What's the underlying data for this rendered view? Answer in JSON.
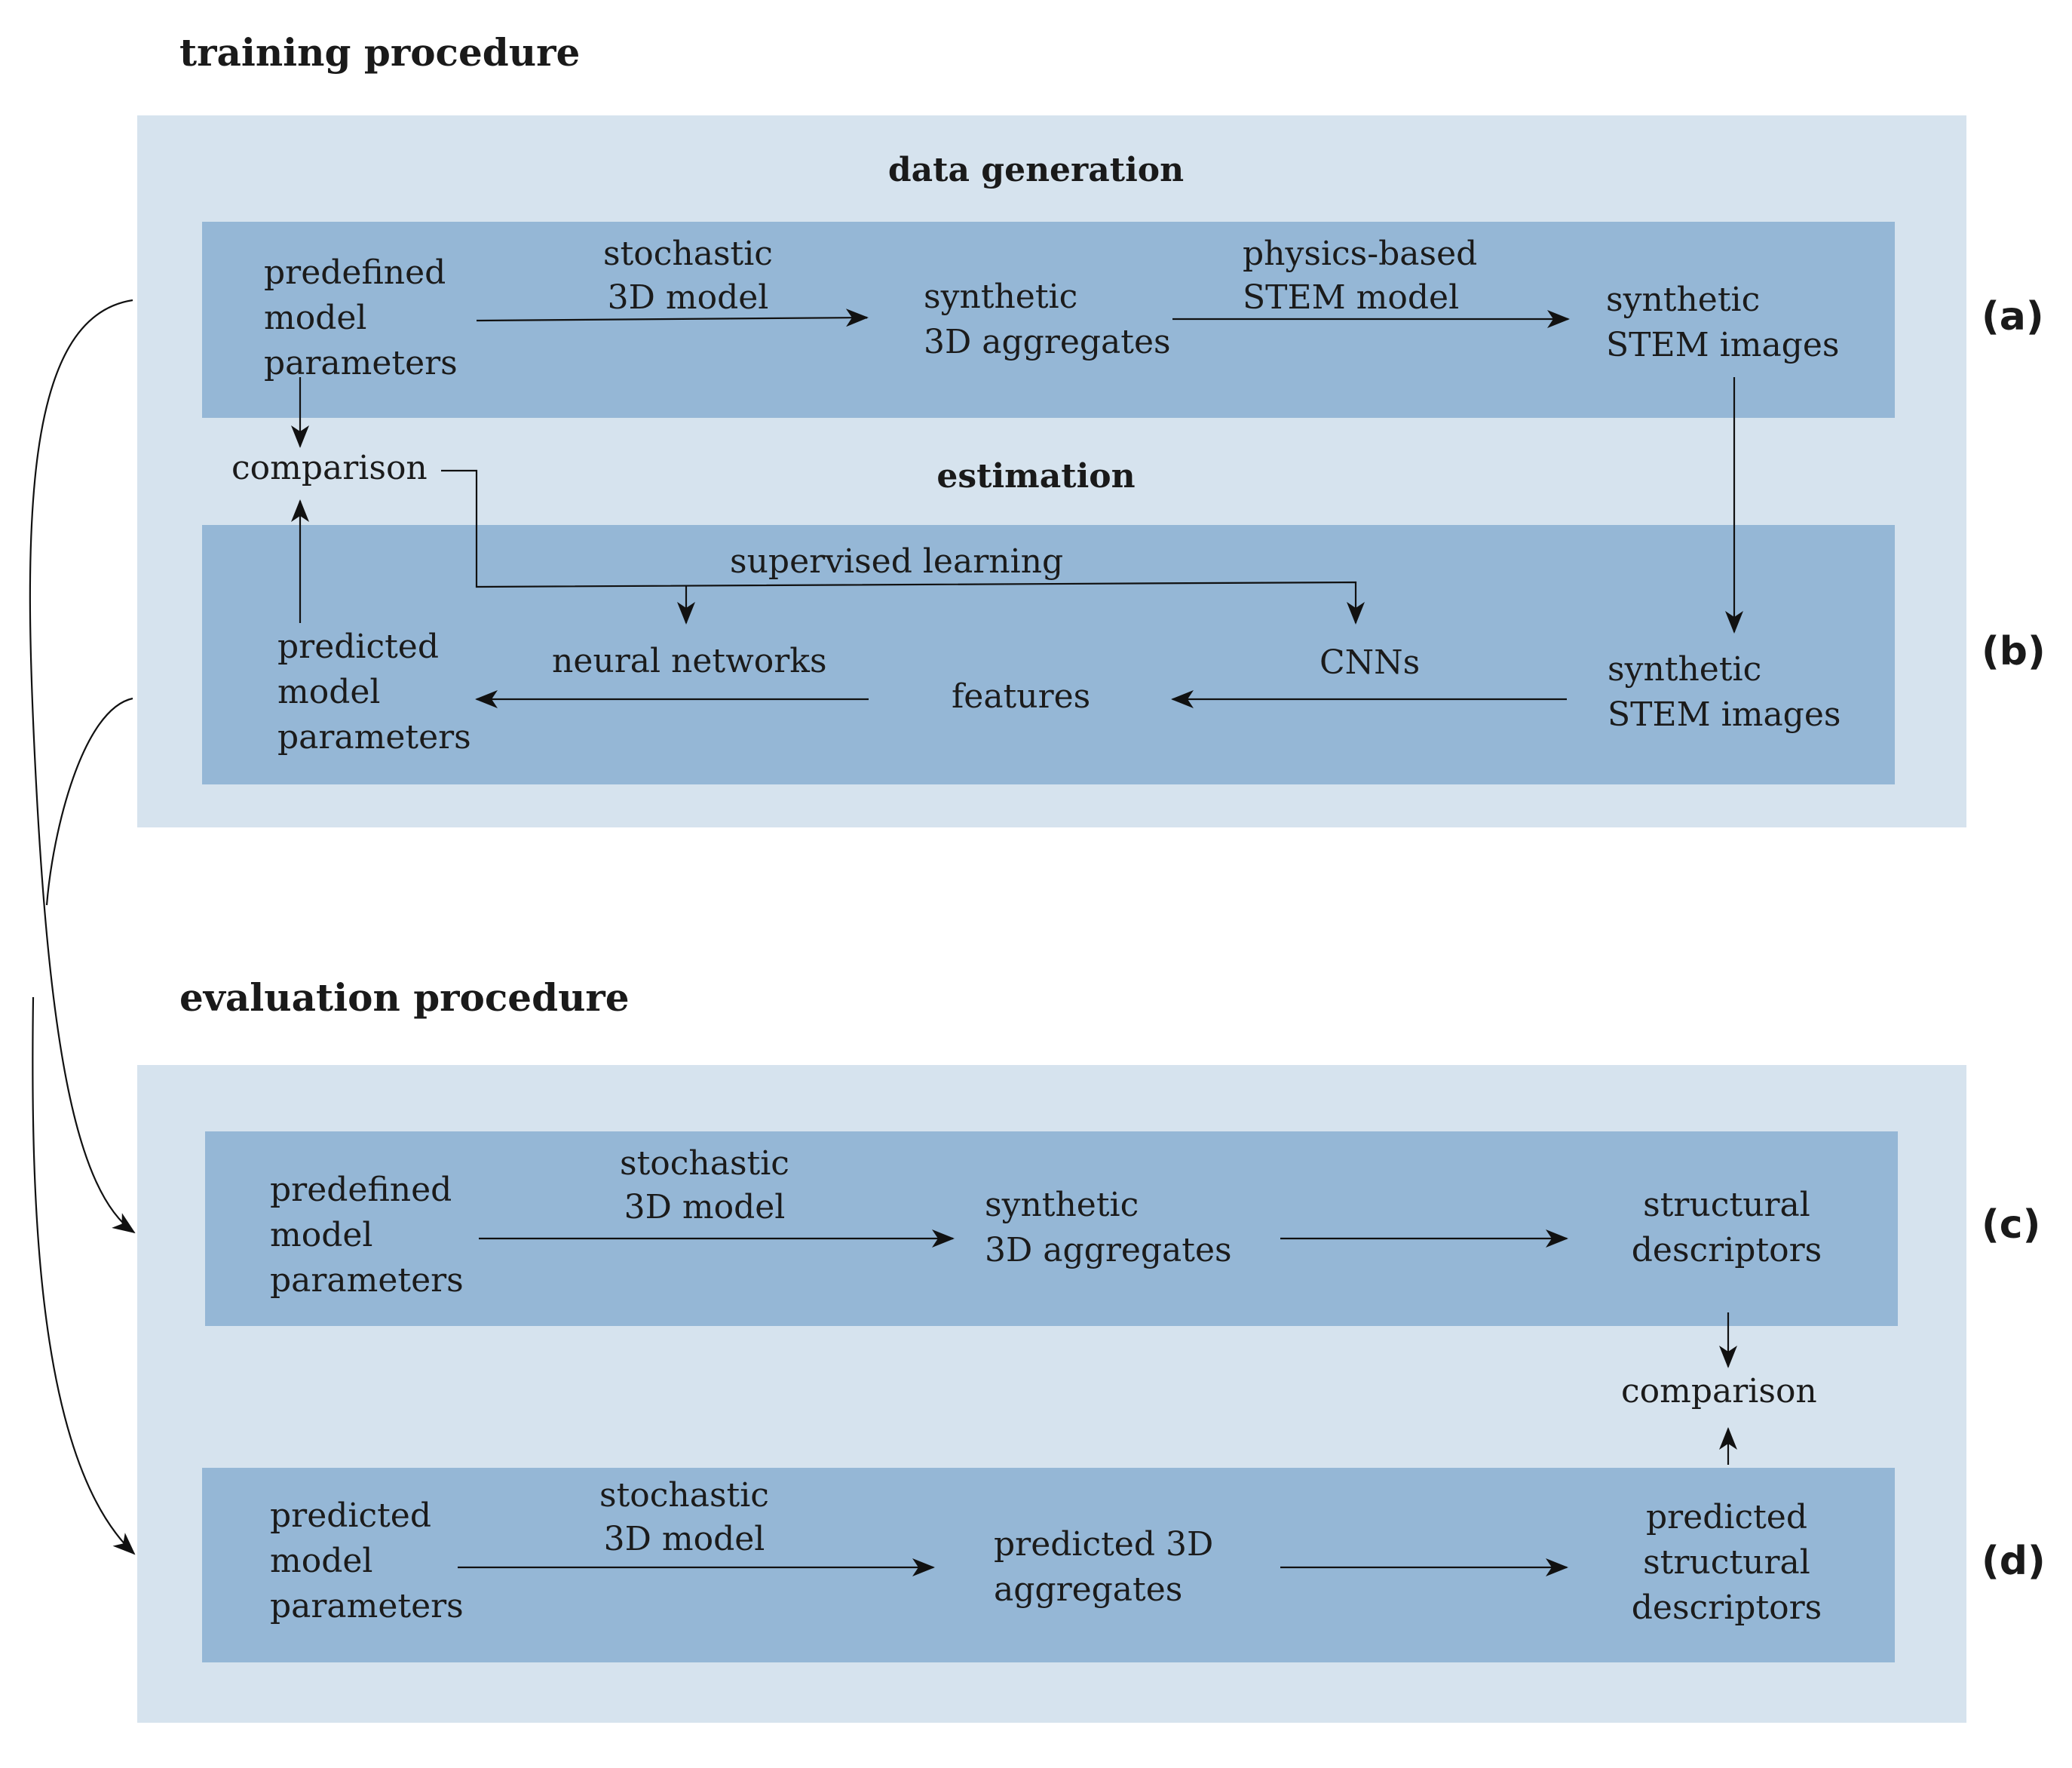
{
  "training": {
    "title": "training procedure",
    "data_generation": {
      "title": "data generation",
      "tag": "(a)",
      "predefined_params": [
        "predefined",
        "model",
        "parameters"
      ],
      "stochastic_model": [
        "stochastic",
        "3D model"
      ],
      "synthetic_aggregates": [
        "synthetic",
        "3D aggregates"
      ],
      "physics_model": [
        "physics-based",
        "STEM model"
      ],
      "synthetic_images": [
        "synthetic",
        "STEM images"
      ]
    },
    "comparison": "comparison",
    "estimation": {
      "title": "estimation",
      "tag": "(b)",
      "supervised_learning": "supervised learning",
      "predicted_params": [
        "predicted",
        "model",
        "parameters"
      ],
      "neural_networks": "neural networks",
      "features": "features",
      "cnns": "CNNs",
      "synthetic_images": [
        "synthetic",
        "STEM images"
      ]
    }
  },
  "evaluation": {
    "title": "evaluation procedure",
    "row_c": {
      "tag": "(c)",
      "predefined_params": [
        "predefined",
        "model",
        "parameters"
      ],
      "stochastic_model": [
        "stochastic",
        "3D model"
      ],
      "synthetic_aggregates": [
        "synthetic",
        "3D aggregates"
      ],
      "structural_descriptors": [
        "structural",
        "descriptors"
      ]
    },
    "comparison": "comparison",
    "row_d": {
      "tag": "(d)",
      "predicted_params": [
        "predicted",
        "model",
        "parameters"
      ],
      "stochastic_model": [
        "stochastic",
        "3D model"
      ],
      "predicted_aggregates": [
        "predicted 3D",
        "aggregates"
      ],
      "predicted_descriptors": [
        "predicted",
        "structural",
        "descriptors"
      ]
    }
  },
  "colors": {
    "outer_panel": "#d6e3ee",
    "inner_panel": "#95b7d6",
    "line": "#111111"
  }
}
